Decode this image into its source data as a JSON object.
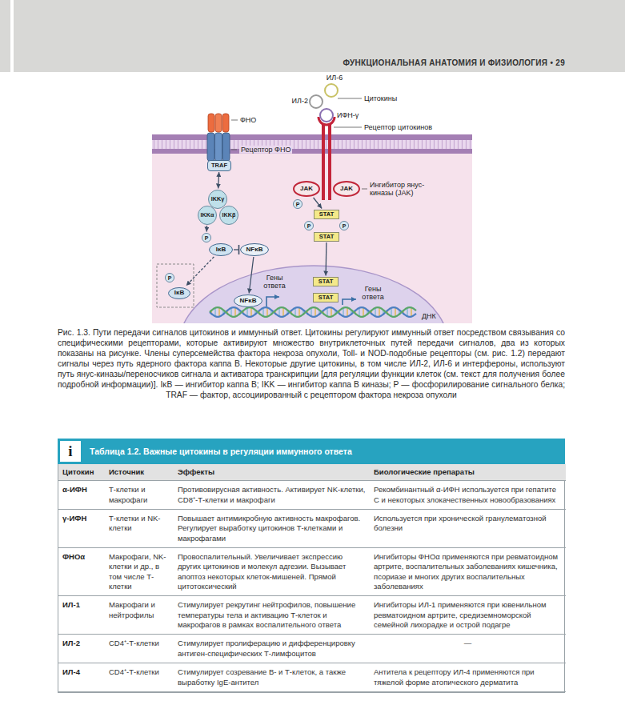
{
  "diagram": {
    "caption": "Рис. 1.3. Пути передачи сигналов цитокинов и иммунный ответ. Цитокины регулируют иммунный ответ посредством связывания со специфическими рецепторами, которые активируют множество внутриклеточных путей передачи сигналов, два из которых показаны на рисунке. Члены суперсемейства фактора некроза опухоли, Toll- и NOD-подобные рецепторы (см. рис. 1.2) передают сигналы через путь ядерного фактора каппа B. Некоторые другие цитокины, в том числе ИЛ-2, ИЛ-6 и интерфероны, используют путь янус-киназы/переносчиков сигнала и активатора транскрипции [для регуляции функции клеток (см. текст для получения более подробной информации)]. IκB — ингибитор каппа B; IKK — ингибитор каппа B киназы; P — фосфорилирование сигнального белка; TRAF — фактор, ассоциированный с рецептором фактора некроза опухоли",
    "nodes": [
      {
        "text": [
          "TRAF"
        ]
      },
      {
        "text": [
          "IKKγ"
        ]
      },
      {
        "text": [
          "IKKα"
        ]
      },
      {
        "text": [
          "IKKβ"
        ]
      },
      {
        "text": [
          "P"
        ]
      },
      {
        "text": [
          "IκB"
        ]
      },
      {
        "text": [
          "NFκB"
        ]
      },
      {
        "text": [
          "P"
        ]
      },
      {
        "text": [
          "IκB"
        ]
      },
      {
        "text": [
          "NFκB"
        ]
      },
      {
        "text": [
          "JAK"
        ]
      },
      {
        "text": [
          "JAK"
        ]
      },
      {
        "text": [
          "P"
        ]
      },
      {
        "text": [
          "STAT"
        ]
      },
      {
        "text": [
          "P"
        ]
      },
      {
        "text": [
          "P"
        ]
      },
      {
        "text": [
          "STAT"
        ]
      },
      {
        "text": [
          "STAT"
        ]
      },
      {
        "text": [
          "STAT"
        ]
      }
    ],
    "edges": [
      {
        "from": 0,
        "to": 1,
        "arrow": "both"
      },
      {
        "from": 2,
        "to": 4,
        "arrow": "to"
      },
      {
        "from": 5,
        "to": 6,
        "arrow": "none"
      },
      {
        "from": 5,
        "to": 8,
        "arrow": "to"
      },
      {
        "from": 6,
        "to": 9,
        "arrow": "to"
      },
      {
        "from": 10,
        "to": 13,
        "arrow": "to"
      },
      {
        "from": 16,
        "to": 17,
        "arrow": "to"
      }
    ],
    "labels": [
      "ФУНКЦИОНАЛЬНАЯ АНАТОМИЯ И ФИЗИОЛОГИЯ • 29",
      "ИЛ-6",
      "ИЛ-2",
      "Цитокины",
      "ИФН-γ",
      "Рецептор цитокинов",
      "ФНО",
      "Рецептор ФНО",
      "Ингибитор янус-киназы (JAK)",
      "Гены ответа",
      "Гены ответа",
      "ДНК",
      "i",
      "Таблица 1.2. Важные цитокины в регуляции иммунного ответа",
      "Цитокин",
      "Источник",
      "Эффекты",
      "Биологические препараты",
      "α-ИФН",
      "Т-клетки и макрофаги",
      "Противовирусная активность. Активирует NK-клетки, CD8⁺-Т-клетки и макрофаги",
      "Рекомбинантный α-ИФН используется при гепатите C и некоторых злокачественных новообразованиях",
      "γ-ИФН",
      "Т-клетки и NK-клетки",
      "Повышает антимикробную активность макрофагов. Регулирует выработку цитокинов Т-клетками и макрофагами",
      "Используется при хронической гранулематозной болезни",
      "ФНОα",
      "Макрофаги, NK-клетки и др., в том числе Т-клетки",
      "Провоспалительный. Увеличивает экспрессию других цитокинов и молекул адгезии. Вызывает апоптоз некоторых клеток-мишеней. Прямой цитотоксический",
      "Ингибиторы ФНОα применяются при ревматоидном артрите, воспалительных заболеваниях кишечника, псориазе и многих других воспалительных заболеваниях",
      "ИЛ-1",
      "Макрофаги и нейтрофилы",
      "Стимулирует рекрутинг нейтрофилов, повышение температуры тела и активацию Т-клеток и макрофагов в рамках воспалительного ответа",
      "Ингибиторы ИЛ-1 применяются при ювенильном ревматоидном артрите, средиземноморской семейной лихорадке и острой подагре",
      "ИЛ-2",
      "CD4⁺-Т-клетки",
      "Стимулирует пролиферацию и дифференцировку антиген-специфических Т-лимфоцитов",
      "—",
      "ИЛ-4",
      "CD4⁺-Т-клетки",
      "Стимулирует созревание В- и Т-клеток, а также выработку IgE-антител",
      "Антитела к рецептору ИЛ-4 применяются при тяжелой форме атопического дерматита"
    ]
  }
}
